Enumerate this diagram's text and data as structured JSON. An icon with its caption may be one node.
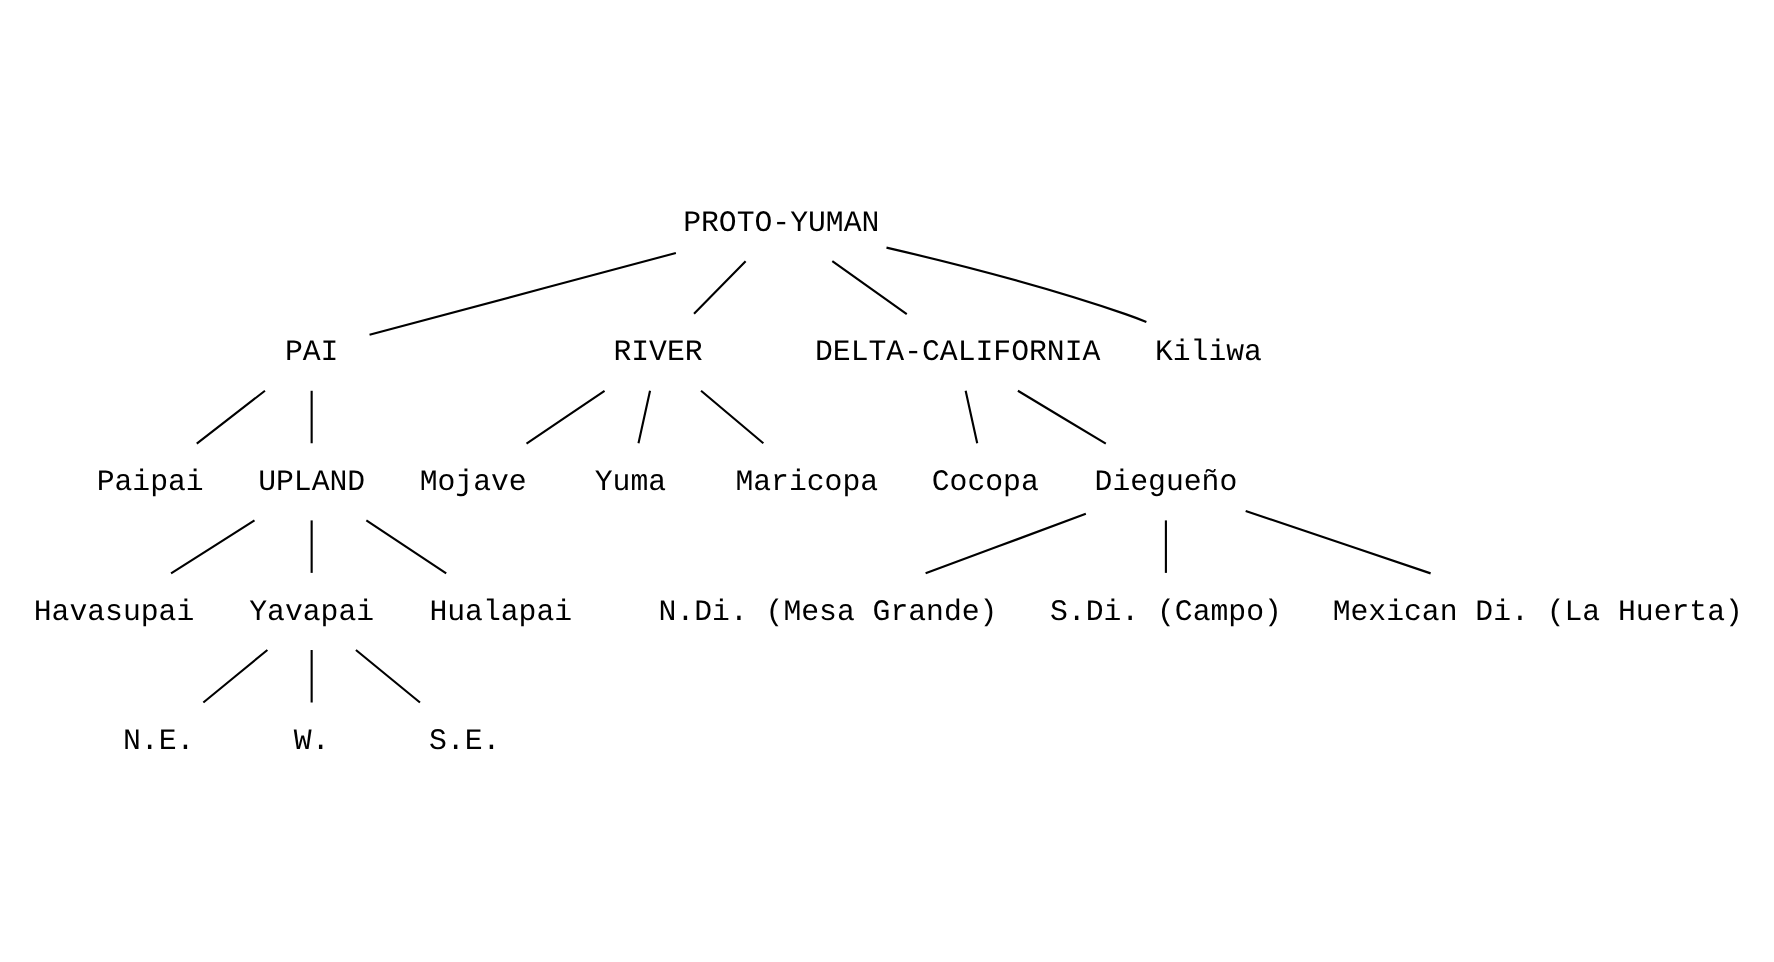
{
  "diagram": {
    "nodes": [
      {
        "text": [
          "PROTO-YUMAN"
        ]
      },
      {
        "text": [
          "PAI"
        ]
      },
      {
        "text": [
          "RIVER"
        ]
      },
      {
        "text": [
          "DELTA-CALIFORNIA"
        ]
      },
      {
        "text": [
          "Paipai"
        ]
      },
      {
        "text": [
          "UPLAND"
        ]
      },
      {
        "text": [
          "Mojave"
        ]
      },
      {
        "text": [
          "Yuma"
        ]
      },
      {
        "text": [
          "Maricopa"
        ]
      },
      {
        "text": [
          "Cocopa"
        ]
      },
      {
        "text": [
          "Diegueño"
        ]
      },
      {
        "text": [
          "Kiliwa"
        ]
      },
      {
        "text": [
          "Havasupai"
        ]
      },
      {
        "text": [
          "Yavapai"
        ]
      },
      {
        "text": [
          "Hualapai"
        ]
      },
      {
        "text": [
          "N.Di. (Mesa Grande)"
        ]
      },
      {
        "text": [
          "S.Di. (Campo)"
        ]
      },
      {
        "text": [
          "Mexican Di. (La Huerta)"
        ]
      },
      {
        "text": [
          "N.E."
        ]
      },
      {
        "text": [
          "W."
        ]
      },
      {
        "text": [
          "S.E."
        ]
      }
    ],
    "edges": [
      {
        "from": 0,
        "to": 1,
        "arrow": "none"
      },
      {
        "from": 0,
        "to": 2,
        "arrow": "none"
      },
      {
        "from": 0,
        "to": 3,
        "arrow": "none"
      },
      {
        "from": 0,
        "to": 11,
        "arrow": "none"
      },
      {
        "from": 1,
        "to": 4,
        "arrow": "none"
      },
      {
        "from": 1,
        "to": 5,
        "arrow": "none"
      },
      {
        "from": 2,
        "to": 6,
        "arrow": "none"
      },
      {
        "from": 2,
        "to": 7,
        "arrow": "none"
      },
      {
        "from": 2,
        "to": 8,
        "arrow": "none"
      },
      {
        "from": 3,
        "to": 9,
        "arrow": "none"
      },
      {
        "from": 3,
        "to": 10,
        "arrow": "none"
      },
      {
        "from": 5,
        "to": 12,
        "arrow": "none"
      },
      {
        "from": 5,
        "to": 14,
        "arrow": "none"
      },
      {
        "from": 5,
        "to": 13,
        "arrow": "none"
      },
      {
        "from": 10,
        "to": 15,
        "arrow": "none"
      },
      {
        "from": 10,
        "to": 16,
        "arrow": "none"
      },
      {
        "from": 10,
        "to": 17,
        "arrow": "none"
      },
      {
        "from": 13,
        "to": 18,
        "arrow": "none"
      },
      {
        "from": 13,
        "to": 19,
        "arrow": "none"
      },
      {
        "from": 13,
        "to": 20,
        "arrow": "none"
      }
    ]
  }
}
